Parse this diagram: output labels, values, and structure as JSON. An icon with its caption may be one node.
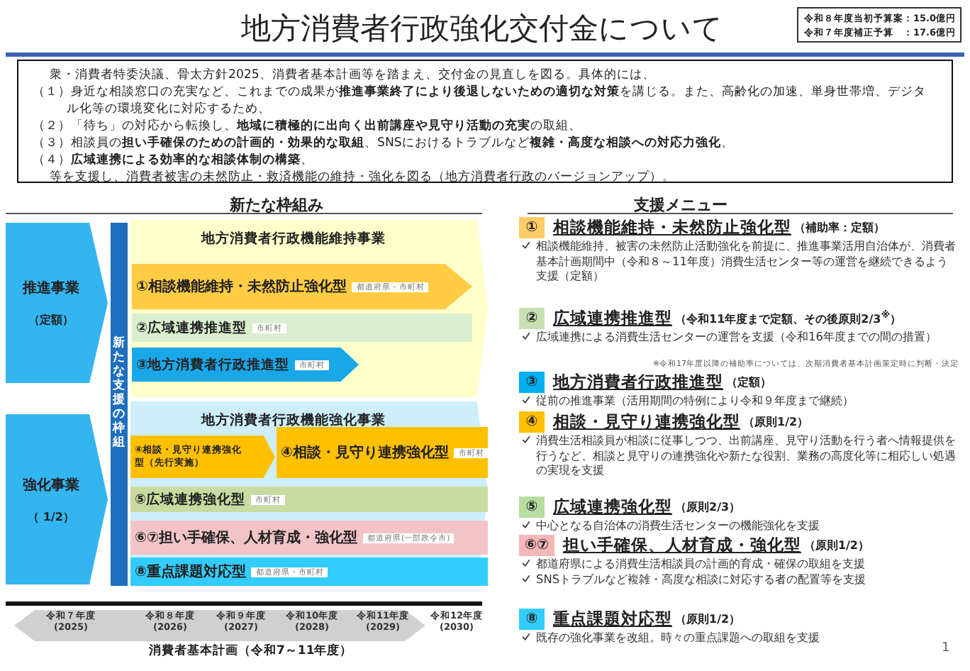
{
  "diagram": {
    "title": "地方消費者行政強化交付金について",
    "nodes": [
      {
        "text": [
          "令和８年度当初予算案：15.0億円",
          "令和７年度補正予算　：17.6億円"
        ]
      },
      {
        "text": [
          "衆・消費者特委決議、骨太方針2025、消費者基本計画等を踏まえ、交付金の見直しを図る。具体的には、",
          "（１）身近な相談窓口の充実など、これまでの成果が**推進事業終了により後退しないための適切な対策**を講じる。また、高齢化の加速、単身世帯増、デジタル化等の環境変化に対応するため、",
          "（２）「待ち」の対応から転換し、**地域に積極的に出向く出前講座や見守り活動の充実**の取組、",
          "（３）相談員の**担い手確保のための計画的・効果的な取組**、SNSにおけるトラブルなど**複雑・高度な相談への対応力強化**、",
          "（４）**広域連携による効率的な相談体制の構築**、",
          "等を支援し、消費者被害の未然防止・救済機能の維持・強化を図る（地方消費者行政のバージョンアップ）。"
        ]
      },
      {
        "text": [
          "推進事業",
          "（定額）"
        ]
      },
      {
        "text": [
          "強化事業",
          "（ 1/2）"
        ]
      },
      {
        "text": [
          "新たな支援の枠組"
        ]
      },
      {
        "text": [
          "地方消費者行政機能維持事業"
        ]
      },
      {
        "text": [
          "①相談機能維持・未然防止強化型",
          "都道府県・市町村"
        ],
        "in": 5
      },
      {
        "text": [
          "②広域連携推進型",
          "市町村"
        ],
        "in": 5
      },
      {
        "text": [
          "③地方消費者行政推進型",
          "市町村"
        ],
        "in": 5
      },
      {
        "text": [
          "地方消費者行政機能強化事業"
        ]
      },
      {
        "text": [
          "④相談・見守り連携強化型（先行実施）"
        ],
        "in": 9
      },
      {
        "text": [
          "④相談・見守り連携強化型",
          "市町村"
        ],
        "in": 9
      },
      {
        "text": [
          "⑤広域連携強化型",
          "市町村"
        ],
        "in": 9
      },
      {
        "text": [
          "⑥⑦担い手確保、人材育成・強化型",
          "都道府県(一部政令市)"
        ],
        "in": 9
      },
      {
        "text": [
          "⑧重点課題対応型",
          "都道府県・市町村"
        ],
        "in": 9
      },
      {
        "text": [
          "令和７年度(2025)",
          "令和８年度(2026)",
          "令和９年度(2027)",
          "令和10年度(2028)",
          "令和11年度(2029)",
          "令和12年度(2030)"
        ],
        "beside": [
          "消費者基本計画（令和7～11年度）"
        ]
      },
      {
        "text": [
          "①"
        ],
        "beside": [
          "相談機能維持・未然防止強化型",
          "（補助率：定額）",
          "相談機能維持、被害の未然防止活動強化を前提に、推進事業活用自治体が、消費者基本計画期間中（令和８～11年度）消費生活センター等の運営を継続できるよう支援（定額）"
        ]
      },
      {
        "text": [
          "②"
        ],
        "beside": [
          "広域連携推進型",
          "（令和11年度まで定額、その後原則2/3$^{※}$）",
          "広域連携による消費生活センターの運営を支援（令和16年度までの間の措置）",
          "※令和17年度以降の補助率については、次期消費者基本計画策定時に判断・決定"
        ]
      },
      {
        "text": [
          "③"
        ],
        "beside": [
          "地方消費者行政推進型",
          "（定額）",
          "従前の推進事業（活用期間の特例により令和９年度まで継続）"
        ]
      },
      {
        "text": [
          "④"
        ],
        "beside": [
          "相談・見守り連携強化型",
          "（原則1/2）",
          "消費生活相談員が相談に従事しつつ、出前講座、見守り活動を行う者へ情報提供を行うなど、相談と見守りの連携強化や新たな役割、業務の高度化等に相応しい処遇の実現を支援"
        ]
      },
      {
        "text": [
          "⑤"
        ],
        "beside": [
          "広域連携強化型",
          "（原則2/3）",
          "中心となる自治体の消費生活センターの機能強化を支援"
        ]
      },
      {
        "text": [
          "⑥⑦"
        ],
        "beside": [
          "担い手確保、人材育成・強化型",
          "（原則1/2）",
          "都道府県による消費生活相談員の計画的育成・確保の取組を支援",
          "SNSトラブルなど複雑・高度な相談に対応する者の配置等を支援"
        ]
      },
      {
        "text": [
          "⑧"
        ],
        "beside": [
          "重点課題対応型",
          "（原則1/2）",
          "既存の強化事業を改組。時々の重点課題への取組を支援"
        ]
      }
    ],
    "labels": [
      "新たな枠組み",
      "支援メニュー",
      "1"
    ]
  }
}
